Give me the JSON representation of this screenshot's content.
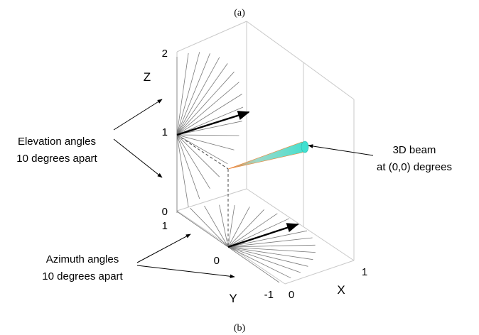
{
  "captions": {
    "top": "(a)",
    "bottom": "(b)"
  },
  "axes": {
    "x_label": "X",
    "y_label": "Y",
    "z_label": "Z",
    "z_ticks": [
      "2",
      "1",
      "0"
    ],
    "y_ticks": [
      "1",
      "0",
      "-1"
    ],
    "x_ticks": [
      "0",
      "1"
    ]
  },
  "annotations": {
    "elevation": [
      "Elevation angles",
      "10 degrees apart"
    ],
    "azimuth": [
      "Azimuth angles",
      "10 degrees apart"
    ],
    "beam": [
      "3D beam",
      "at (0,0) degrees"
    ]
  },
  "fan_settings": {
    "step_degrees": 10
  },
  "colors": {
    "box": "#c9c9c9",
    "fan": "#7a7a7a",
    "arrow": "#000000",
    "beam_cone": "#40e0d0",
    "beam_edge": "#f08030"
  }
}
